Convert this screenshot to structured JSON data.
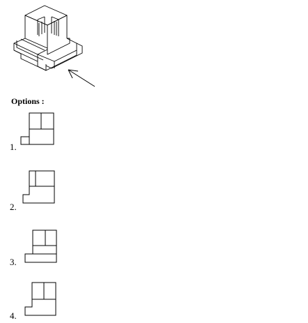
{
  "heading": "Options :",
  "options": [
    {
      "number": "1."
    },
    {
      "number": "2."
    },
    {
      "number": "3."
    },
    {
      "number": "4."
    }
  ],
  "icons": {
    "arrow": "viewing-direction-arrow-icon"
  },
  "colors": {
    "line": "#000000",
    "background": "#ffffff"
  }
}
